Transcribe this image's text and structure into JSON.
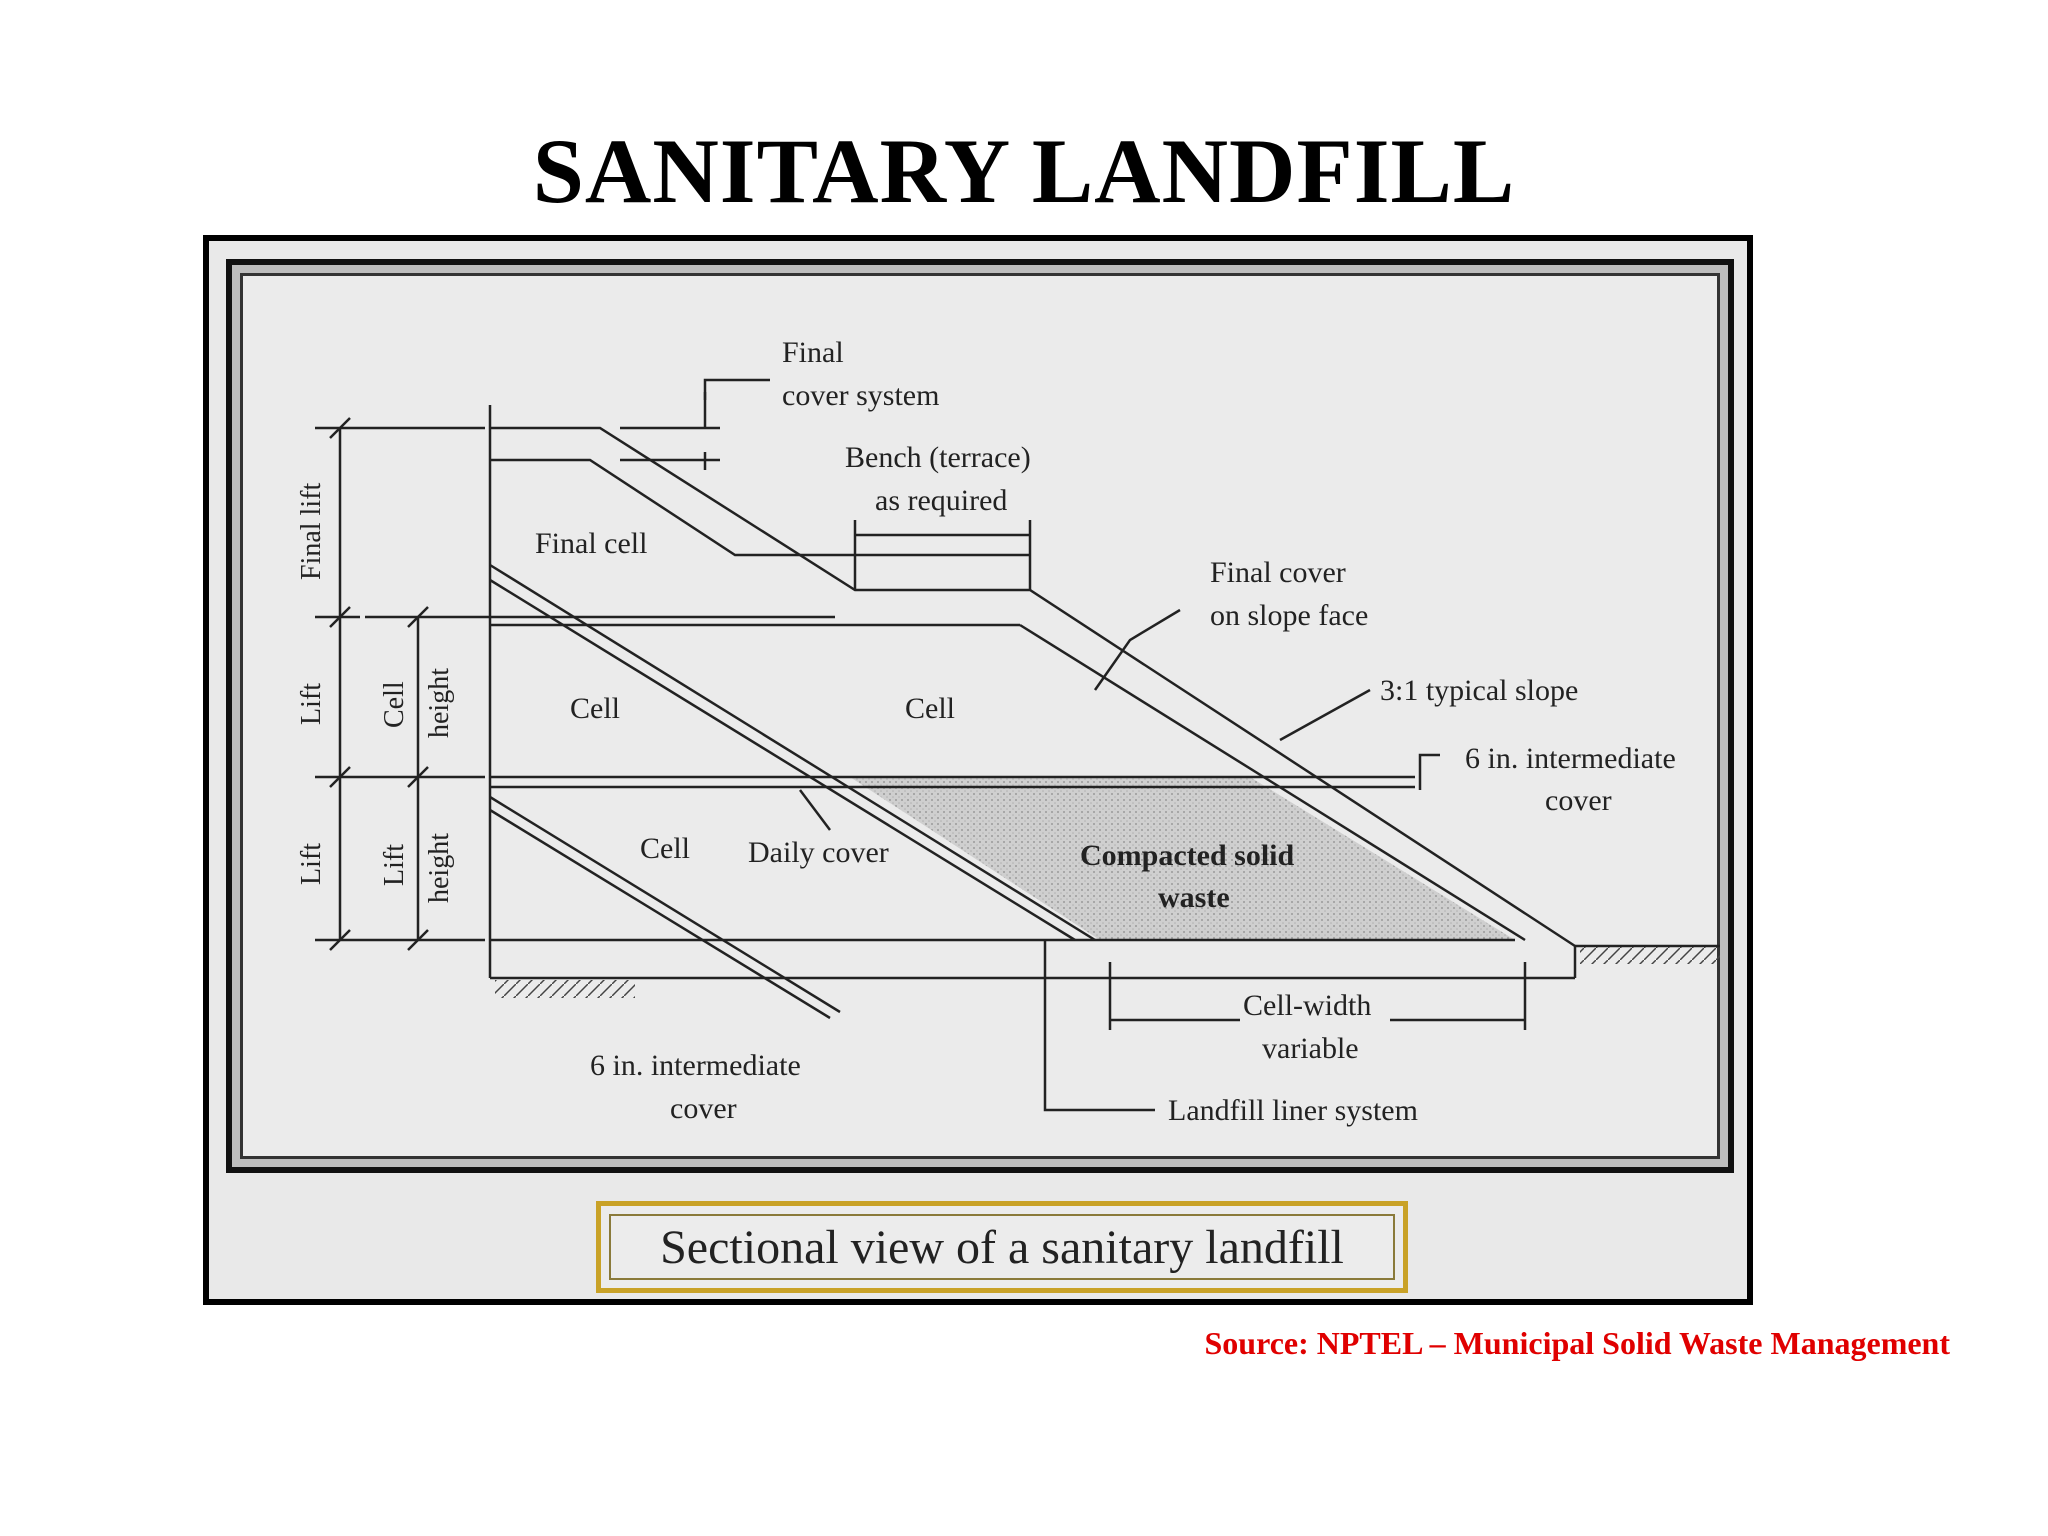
{
  "title": "SANITARY LANDFILL",
  "diagram": {
    "labels": {
      "final_cover_system_1": "Final",
      "final_cover_system_2": "cover system",
      "bench_1": "Bench (terrace)",
      "bench_2": "as required",
      "final_cell": "Final cell",
      "final_cover_slope_1": "Final cover",
      "final_cover_slope_2": "on slope face",
      "cell_left": "Cell",
      "cell_right": "Cell",
      "typical_slope": "3:1 typical slope",
      "intermediate_right_1": "6 in. intermediate",
      "intermediate_right_2": "cover",
      "cell_bottom": "Cell",
      "daily_cover": "Daily cover",
      "compacted_1": "Compacted solid",
      "compacted_2": "waste",
      "intermediate_bottom_1": "6 in. intermediate",
      "intermediate_bottom_2": "cover",
      "cell_width_1": "Cell-width",
      "cell_width_2": "variable",
      "liner": "Landfill liner system",
      "final_lift": "Final lift",
      "lift_upper": "Lift",
      "lift_lower": "Lift",
      "cell_height_1": "Cell",
      "cell_height_2": "height",
      "lift_height_1": "Lift",
      "lift_height_2": "height"
    }
  },
  "caption": "Sectional view of a sanitary landfill",
  "source": "Source: NPTEL – Municipal Solid Waste Management"
}
